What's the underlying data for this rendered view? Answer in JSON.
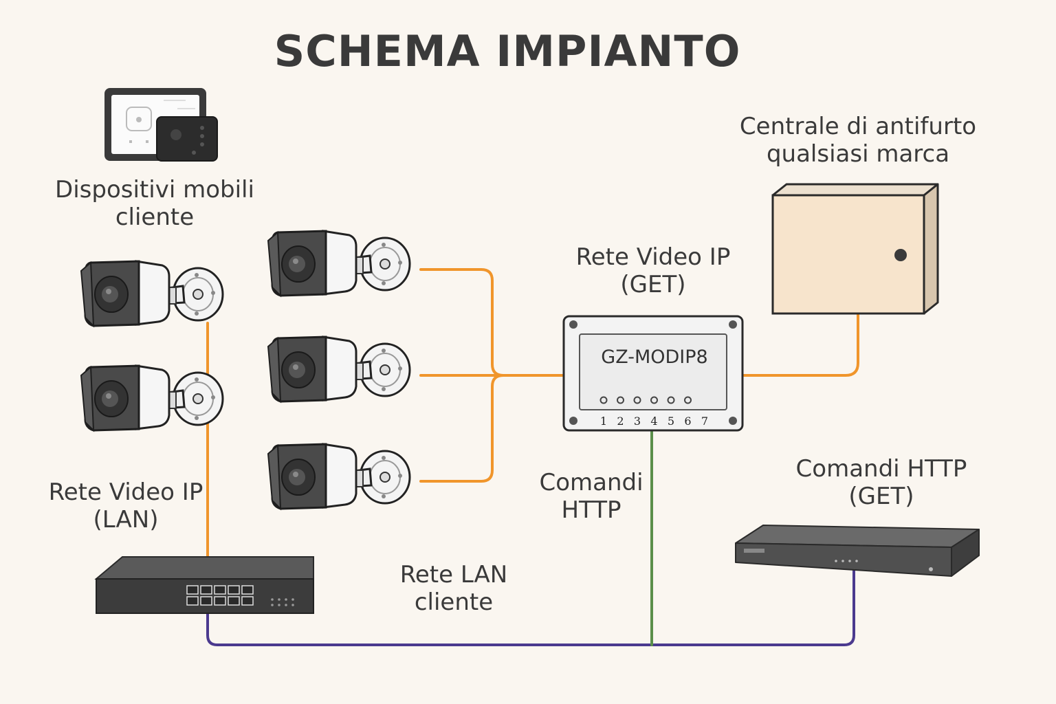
{
  "title": "SCHEMA IMPIANTO",
  "labels": {
    "mobile_devices": [
      "Dispositivi mobili",
      "cliente"
    ],
    "alarm_panel": [
      "Centrale di antifurto",
      "qualsiasi marca"
    ],
    "video_ip_get": [
      "Rete Video IP",
      "(GET)"
    ],
    "video_ip_lan": [
      "Rete Video IP",
      "(LAN)"
    ],
    "http_commands_center": [
      "Comandi",
      "HTTP"
    ],
    "http_commands_get": [
      "Comandi HTTP",
      "(GET)"
    ],
    "lan_cliente": [
      "Rete LAN",
      "cliente"
    ]
  },
  "module": {
    "name": "GZ-MODIP8",
    "ports": [
      "1",
      "2",
      "3",
      "4",
      "5",
      "6",
      "7"
    ]
  },
  "colors": {
    "background": "#faf6f0",
    "video_line": "#f0952b",
    "lan_line": "#4b3a8f",
    "http_line": "#5a8f4a",
    "text": "#3a3a3a"
  }
}
